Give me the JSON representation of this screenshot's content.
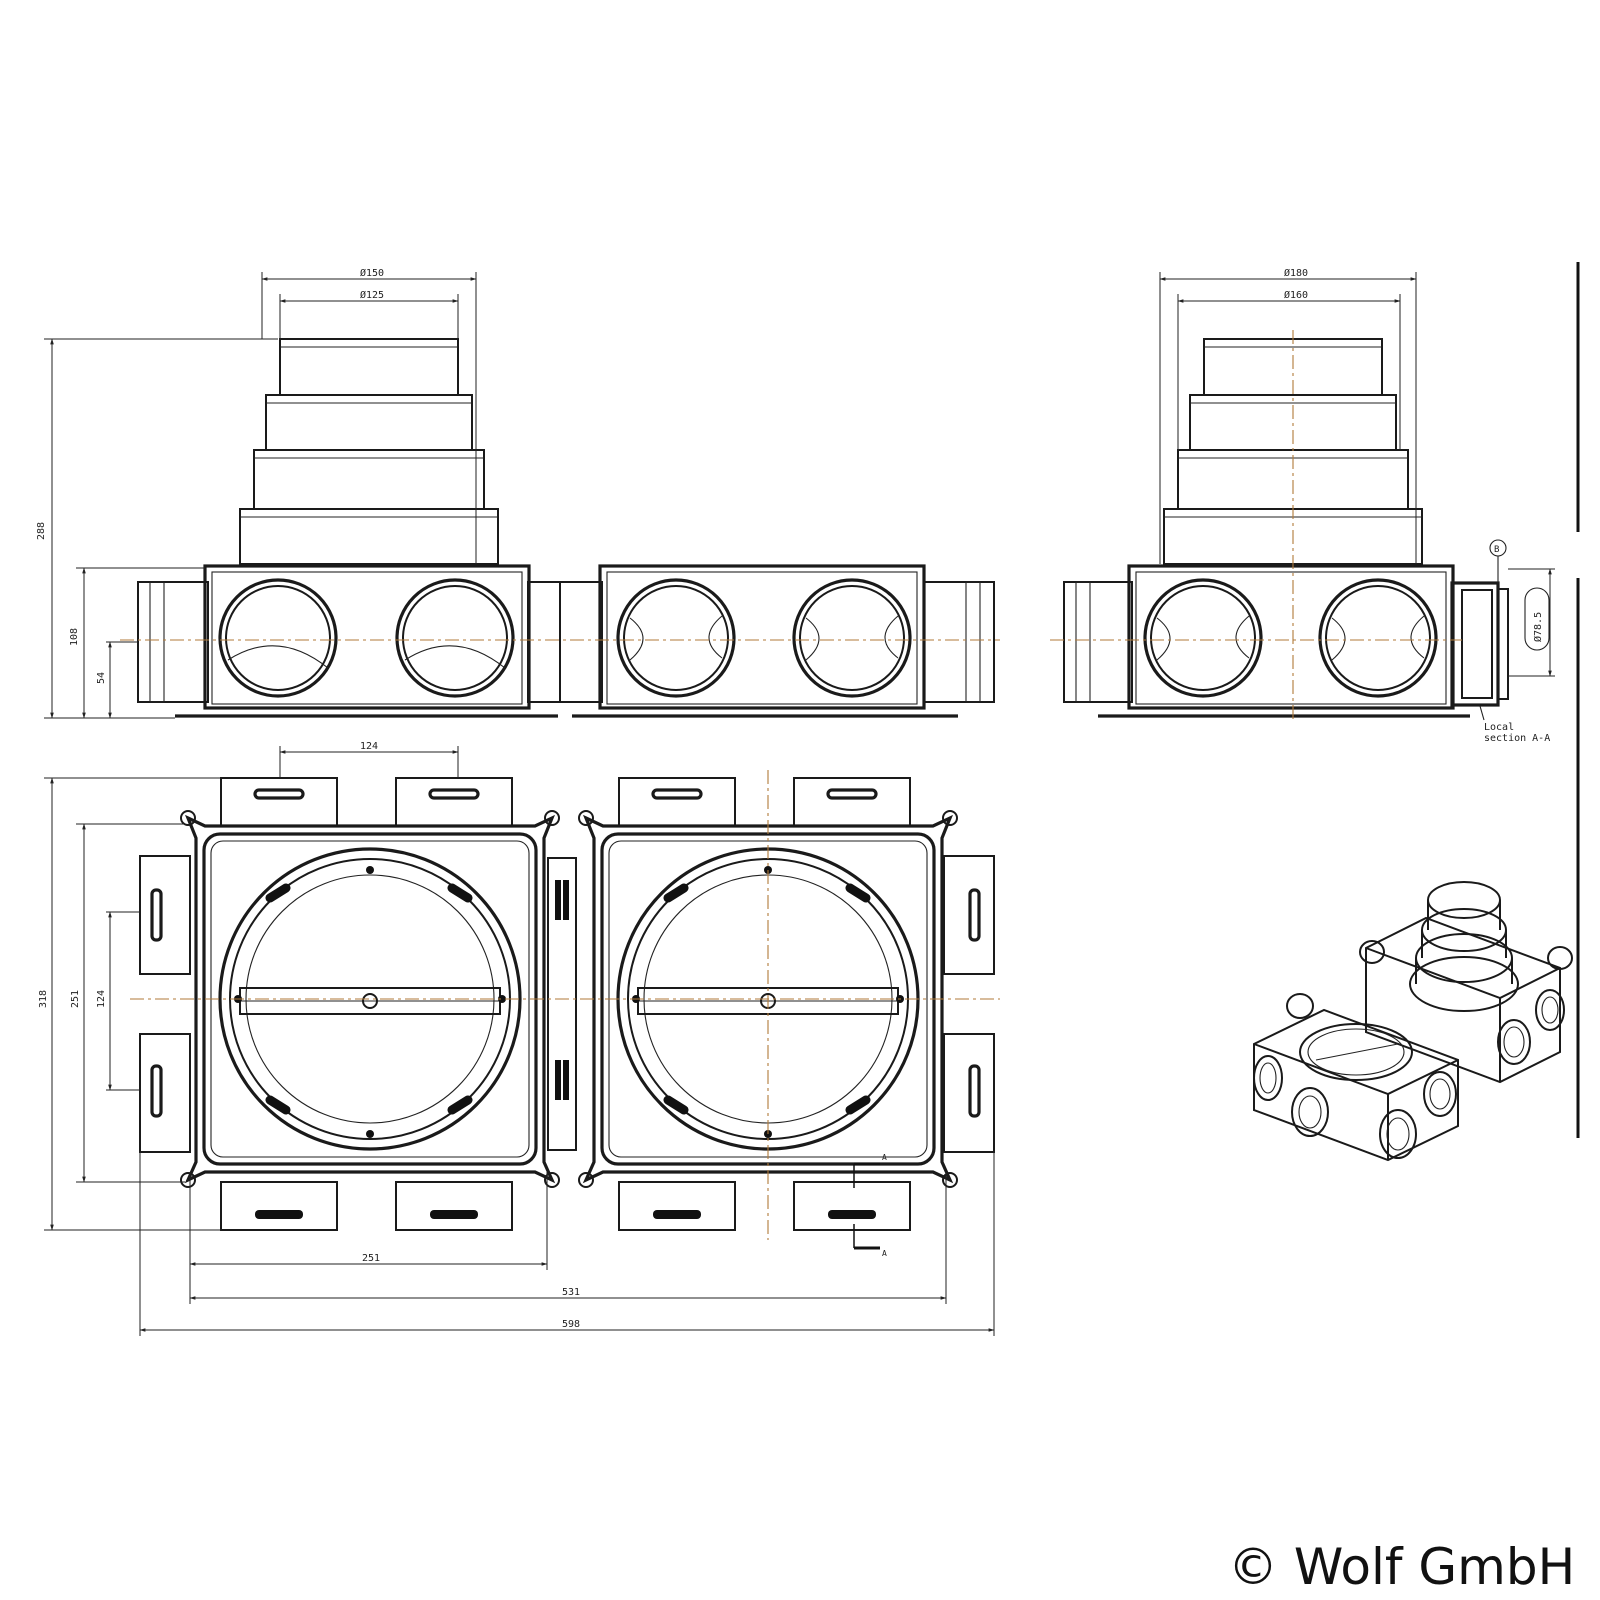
{
  "dimensions": {
    "d150": "Ø150",
    "d125": "Ø125",
    "d180": "Ø180",
    "d160": "Ø160",
    "d78": "Ø78.5",
    "h288": "288",
    "h108": "108",
    "h54": "54",
    "w124_top": "124",
    "h318": "318",
    "h251": "251",
    "h124": "124",
    "w251": "251",
    "w531": "531",
    "w598": "598"
  },
  "labels": {
    "detail_marker": "B",
    "section_marker": "A",
    "local_section_line1": "Local",
    "local_section_line2": "section A-A"
  },
  "copyright": "© Wolf GmbH"
}
